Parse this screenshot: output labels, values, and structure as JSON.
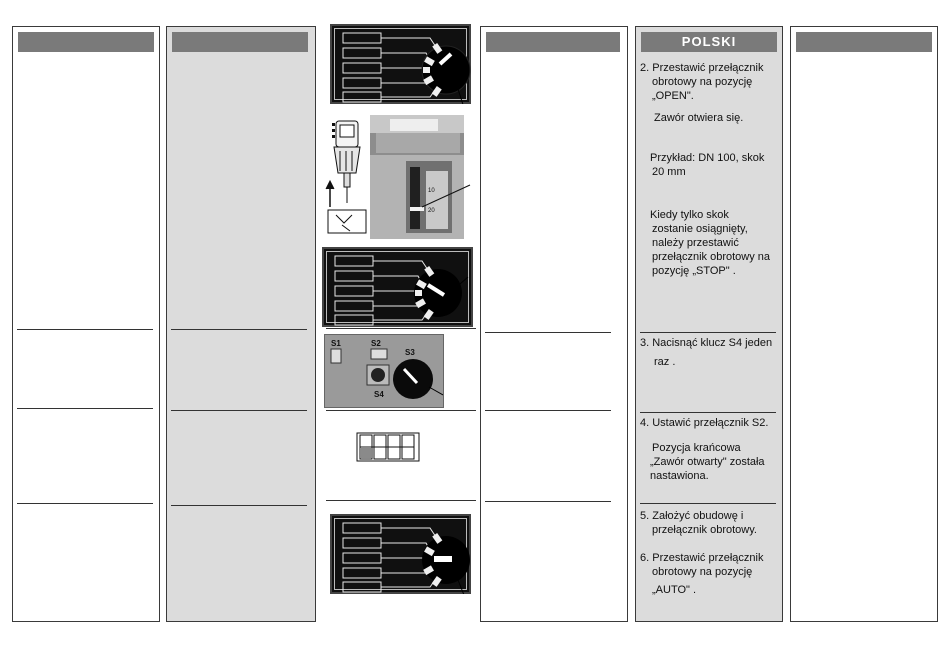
{
  "section_title": "POLSKI",
  "steps": [
    {
      "lines": [
        "2. Przestawić przełącznik",
        "obrotowy na pozycję",
        "„OPEN\"."
      ]
    },
    {
      "lines": [
        "Zawór otwiera się."
      ]
    },
    {
      "lines": [
        "Przykład: DN 100, skok",
        "20 mm"
      ]
    },
    {
      "lines": [
        "Kiedy tylko skok",
        "zostanie osiągnięty,",
        "należy przestawić",
        "przełącznik obrotowy na",
        "pozycję „STOP\"     ."
      ]
    },
    {
      "lines": [
        "3. Nacisnąć klucz S4 jeden",
        "raz     ."
      ]
    },
    {
      "lines": [
        "4. Ustawić przełącznik S2."
      ]
    },
    {
      "lines": [
        "Pozycja krańcowa",
        "„Zawór otwarty\" została",
        "nastawiona."
      ]
    },
    {
      "lines": [
        "5. Założyć obudowę i",
        "przełącznik obrotowy."
      ]
    },
    {
      "lines": [
        "6. Przestawić przełącznik",
        "obrotowy na pozycję",
        "„AUTO\"     ."
      ]
    }
  ],
  "figure_labels": {
    "s1": "S1",
    "s2": "S2",
    "s3": "S3",
    "s4": "S4",
    "scale_10": "10",
    "scale_20": "20"
  },
  "colors": {
    "header_gray": "#7a7a7a",
    "column_gray": "#dcdcdc",
    "panel_black": "#101010"
  }
}
